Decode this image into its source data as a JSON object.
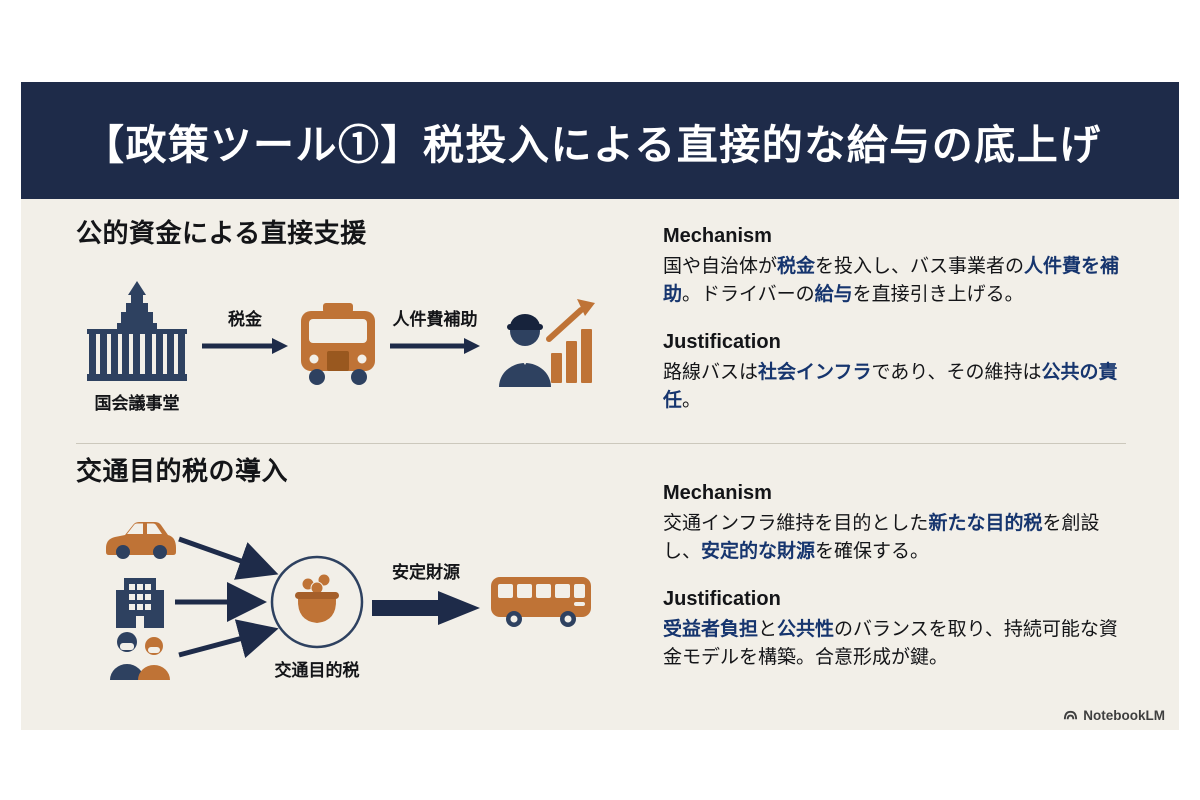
{
  "header": {
    "title": "【政策ツール①】税投入による直接的な給与の底上げ"
  },
  "sections": [
    {
      "heading": "公的資金による直接支援",
      "diagram": {
        "source_label": "国会議事堂",
        "arrow1_label": "税金",
        "arrow2_label": "人件費補助"
      },
      "mechanism": {
        "title": "Mechanism",
        "segments": [
          {
            "text": "国や自治体が"
          },
          {
            "text": "税金",
            "em": true
          },
          {
            "text": "を投入し、バス事業者の"
          },
          {
            "text": "人件費を補助",
            "em": true
          },
          {
            "text": "。ドライバーの"
          },
          {
            "text": "給与",
            "em": true
          },
          {
            "text": "を直接引き上げる。"
          }
        ]
      },
      "justification": {
        "title": "Justification",
        "segments": [
          {
            "text": "路線バスは"
          },
          {
            "text": "社会インフラ",
            "em": true
          },
          {
            "text": "であり、その維持は"
          },
          {
            "text": "公共の責任",
            "em": true
          },
          {
            "text": "。"
          }
        ]
      }
    },
    {
      "heading": "交通目的税の導入",
      "diagram": {
        "pool_label": "交通目的税",
        "arrow_label": "安定財源"
      },
      "mechanism": {
        "title": "Mechanism",
        "segments": [
          {
            "text": "交通インフラ維持を目的とした"
          },
          {
            "text": "新たな目的税",
            "em": true
          },
          {
            "text": "を創設し、"
          },
          {
            "text": "安定的な財源",
            "em": true
          },
          {
            "text": "を確保する。"
          }
        ]
      },
      "justification": {
        "title": "Justification",
        "segments": [
          {
            "text": "受益者負担",
            "em": true
          },
          {
            "text": "と"
          },
          {
            "text": "公共性",
            "em": true
          },
          {
            "text": "のバランスを取り、持続可能な資金モデルを構築。合意形成が鍵。"
          }
        ]
      }
    }
  ],
  "footer": {
    "brand": "NotebookLM"
  },
  "colors": {
    "navy": "#1e2b49",
    "icon_navy": "#2e4160",
    "accent_text": "#16356e",
    "orange": "#bf7336",
    "background": "#f2efe8"
  }
}
